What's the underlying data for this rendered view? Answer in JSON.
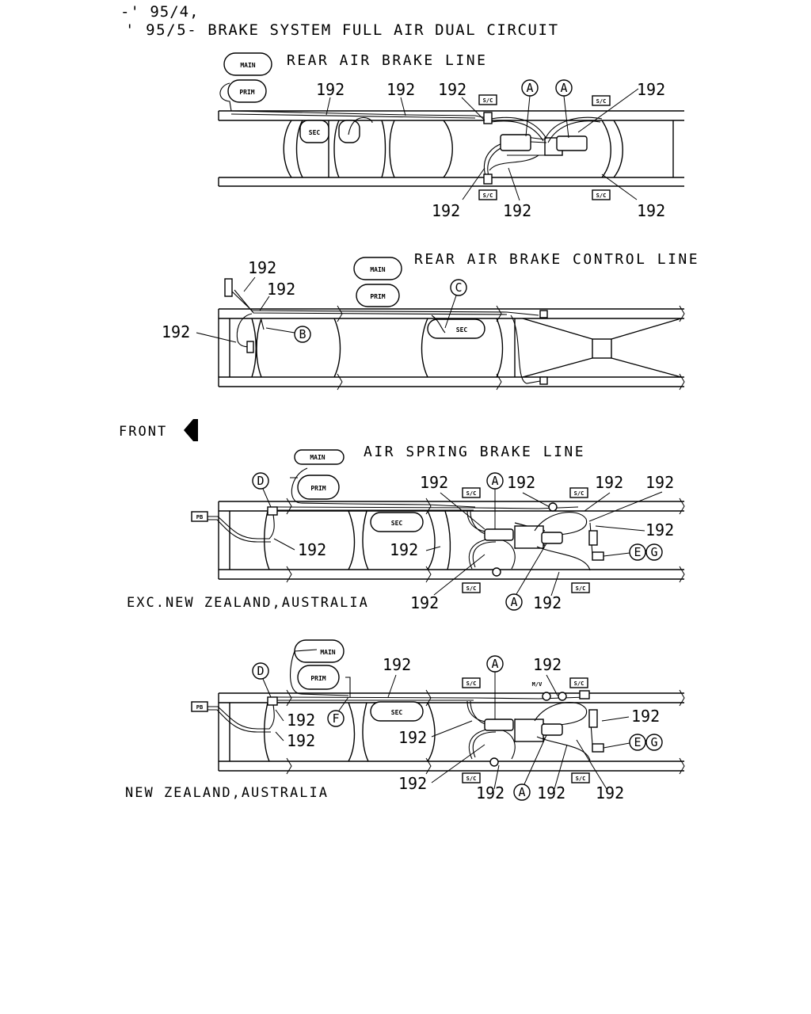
{
  "header": {
    "line1": "-' 95/4,",
    "line2": "' 95/5- BRAKE SYSTEM FULL AIR DUAL CIRCUIT"
  },
  "labels": {
    "part": "192",
    "main": "MAIN",
    "prim": "PRIM",
    "sec": "SEC",
    "sc": "S/C",
    "pb": "PB",
    "mv": "M/V",
    "front": "FRONT"
  },
  "diagrams": {
    "rear_air_brake_line": {
      "title": "REAR AIR BRAKE LINE"
    },
    "rear_air_brake_control_line": {
      "title": "REAR AIR BRAKE CONTROL LINE"
    },
    "air_spring_brake_line_exc": {
      "title": "AIR SPRING BRAKE LINE",
      "caption": "EXC.NEW ZEALAND,AUSTRALIA"
    },
    "air_spring_brake_line_nz": {
      "caption": "NEW ZEALAND,AUSTRALIA"
    }
  },
  "callouts": [
    "A",
    "B",
    "C",
    "D",
    "E",
    "F",
    "G"
  ]
}
